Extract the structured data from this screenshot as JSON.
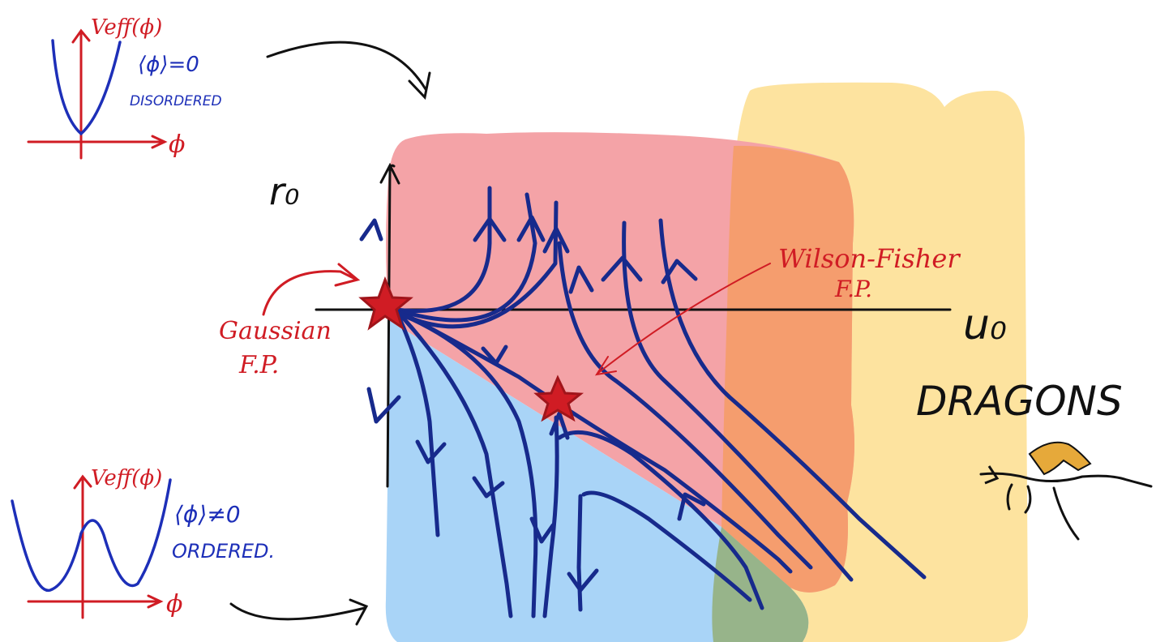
{
  "colors": {
    "disordered_region": "#f4a3a7",
    "ordered_region": "#a9d4f7",
    "dragons_region": "#fde39f",
    "overlap_region": "#f59d6e",
    "overlap_low": "#97b48a",
    "flow_lines": "#172a8c",
    "annotation_red": "#d01c24",
    "annotation_blue": "#1d2fb8",
    "ink_black": "#111111"
  },
  "labels": {
    "r_axis": "r₀",
    "u_axis": "u₀",
    "gaussian_line1": "Gaussian",
    "gaussian_line2": "F.P.",
    "wf_line1": "Wilson-Fisher",
    "wf_line2": "F.P.",
    "dragons": "DRAGONS"
  },
  "top_inset": {
    "axis_label": "Veff(ϕ)",
    "phi_label": "ϕ",
    "vev": "⟨ϕ⟩=0",
    "phase": "DISORDERED"
  },
  "bottom_inset": {
    "axis_label": "Veff(ϕ)",
    "phi_label": "ϕ",
    "vev": "⟨ϕ⟩≠0",
    "phase": "ORDERED."
  },
  "icons": {
    "gaussian_fp": "star-icon",
    "wf_fp": "star-icon",
    "dragon": "dragon-icon"
  }
}
